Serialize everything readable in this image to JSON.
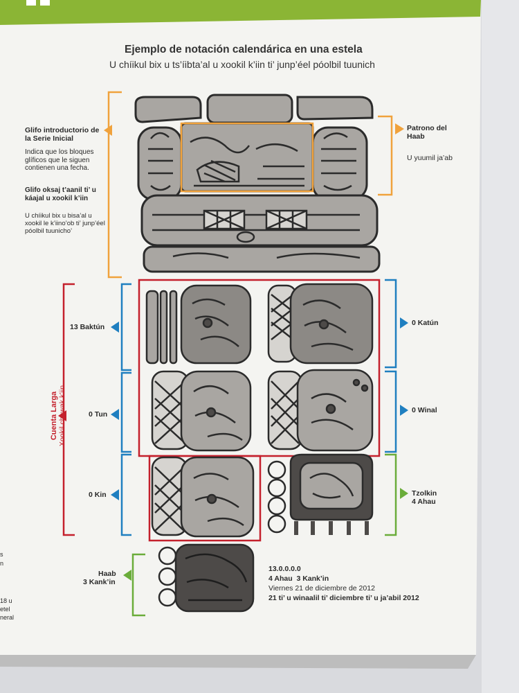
{
  "panel": {
    "title": "Ejemplo de notación calendárica en una estela",
    "subtitle": "U chíikul bix u ts’íibta’al u xookil k’iin ti’ junp’éel póolbil tuunich"
  },
  "intro": {
    "heading": "Glifo introductorio de la Serie Inicial",
    "description": "Indica que los bloques glíficos que le siguen contienen una fecha.",
    "maya_heading": "Glifo oksaj t’aanil ti’ u káajal u xookil k’iin",
    "maya_description": "U chíikul bix u bisa’al u xookil le k’iino’ob ti’ junp’éel póolbil tuunicho’"
  },
  "patron": {
    "label": "Patrono del Haab",
    "maya": "U yuumil ja’ab"
  },
  "long_count": {
    "label": "Cuenta Larga",
    "maya": "Xookil chowak k’iin"
  },
  "units": {
    "baktun": "13 Baktún",
    "katun": "0 Katún",
    "tun": "0 Tun",
    "winal": "0 Winal",
    "kin": "0 Kin",
    "tzolkin_name": "Tzolkin",
    "tzolkin_value": "4 Ahau",
    "haab_name": "Haab",
    "haab_value": "3 Kank’in"
  },
  "date": {
    "long_count": "13.0.0.0.0",
    "calendar_round": "4 Ahau  3 Kank’in",
    "gregorian": "Viernes 21 de diciembre de 2012",
    "maya": "21 ti’ u winaalil ti’ diciembre ti’ u ja’abil 2012"
  },
  "edge_text": {
    "left_a": "s",
    "left_b": "n",
    "left_c": "18 u",
    "left_d": "etel",
    "left_e": "neral"
  },
  "colors": {
    "wall": "#d9dade",
    "panel": "#f4f4f1",
    "header_green": "#8bb535",
    "orange": "#f0a23c",
    "blue": "#1f7fc0",
    "red": "#c4202c",
    "green": "#6aac3a",
    "glyph_light": "#a9a6a2",
    "glyph_dark": "#4d4a48",
    "outline": "#2b2b2b"
  }
}
